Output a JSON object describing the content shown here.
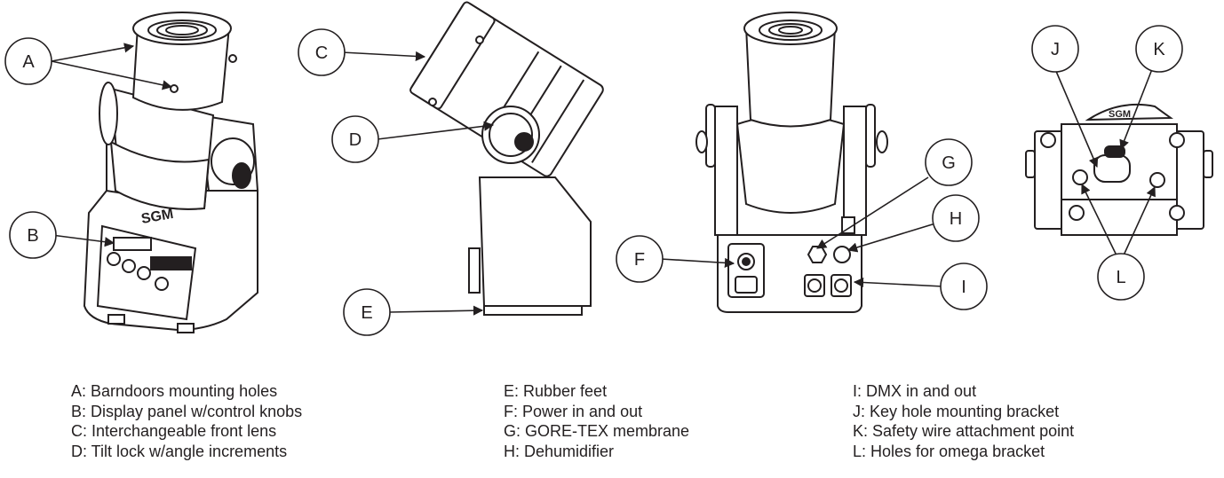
{
  "callouts": {
    "A": "A",
    "B": "B",
    "C": "C",
    "D": "D",
    "E": "E",
    "F": "F",
    "G": "G",
    "H": "H",
    "I": "I",
    "J": "J",
    "K": "K",
    "L": "L"
  },
  "product_logo": "SGM",
  "legend": {
    "col1": [
      "A: Barndoors mounting holes",
      "B: Display panel w/control knobs",
      "C: Interchangeable front lens",
      "D: Tilt lock w/angle increments"
    ],
    "col2": [
      "E: Rubber feet",
      "F: Power in and out",
      "G: GORE-TEX membrane",
      "H: Dehumidifier"
    ],
    "col3": [
      "I: DMX in and out",
      "J: Key hole mounting bracket",
      "K: Safety wire attachment point",
      "L: Holes for omega bracket"
    ]
  },
  "colors": {
    "line": "#231f20",
    "device_fill": "#ffffff",
    "dark_fill": "#231f20"
  }
}
